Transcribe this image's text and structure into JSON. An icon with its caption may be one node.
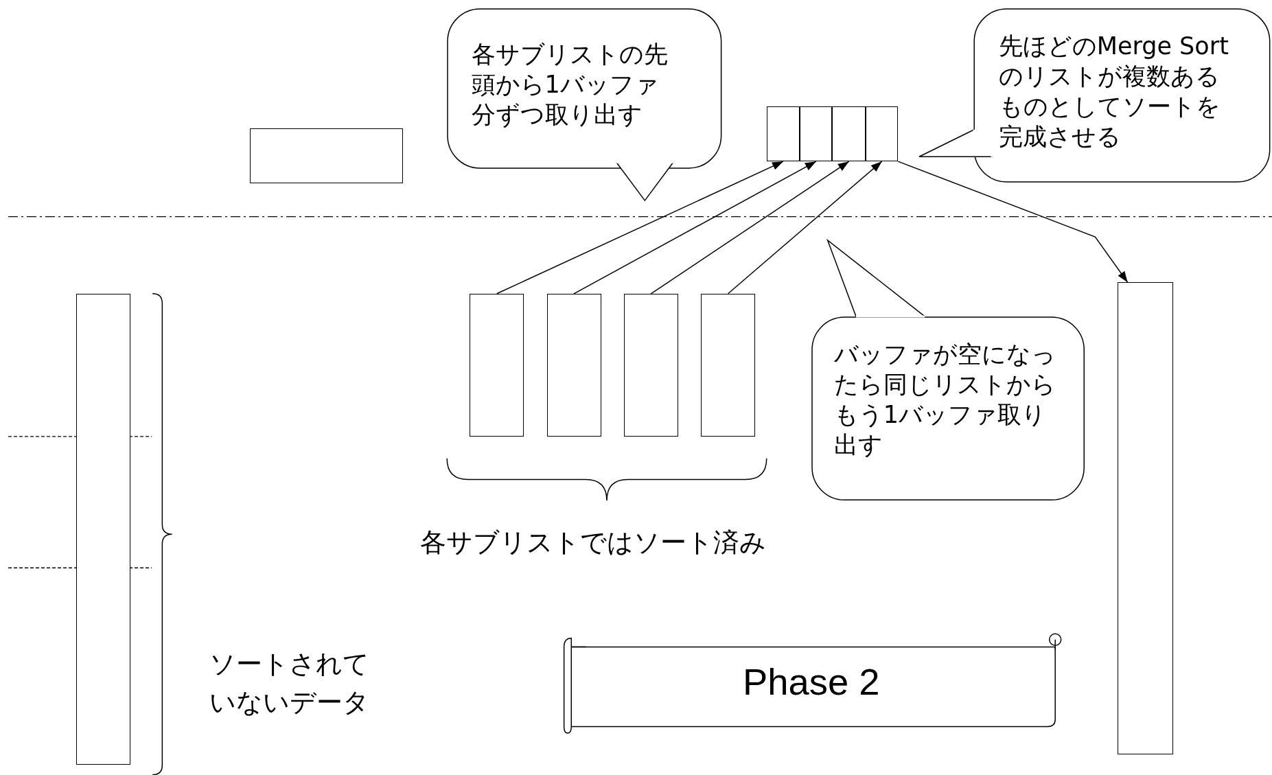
{
  "diagram": {
    "nodes": [
      {
        "text": [],
        "shape": "box"
      },
      {
        "text": [
          "各サブリストの先頭から1バッファ分ずつ取り出す"
        ]
      },
      {
        "text": [],
        "shape": "box"
      },
      {
        "text": [],
        "shape": "box"
      },
      {
        "text": [],
        "shape": "box"
      },
      {
        "text": [],
        "shape": "box"
      },
      {
        "text": [
          "先ほどのMerge Sortのリストが複数あるものとしてソートを完成させる"
        ]
      },
      {
        "text": [],
        "shape": "box"
      },
      {
        "text": [],
        "shape": "box"
      },
      {
        "text": [],
        "shape": "box"
      },
      {
        "text": [],
        "shape": "box"
      },
      {
        "text": [
          "バッファが空になったら同じリストからもう1バッファ取り出す"
        ]
      },
      {
        "text": [],
        "shape": "box"
      },
      {
        "text": [],
        "shape": "box"
      },
      {
        "text": [
          "Phase 2"
        ]
      }
    ],
    "edges": [
      {
        "from": 7,
        "to": 2,
        "arrow": "to"
      },
      {
        "from": 8,
        "to": 3,
        "arrow": "to"
      },
      {
        "from": 9,
        "to": 4,
        "arrow": "to"
      },
      {
        "from": 10,
        "to": 5,
        "arrow": "to"
      },
      {
        "from": 5,
        "to": 13,
        "arrow": "to"
      }
    ],
    "labels": [
      "各サブリストではソート済み",
      "ソートされていないデータ"
    ]
  }
}
